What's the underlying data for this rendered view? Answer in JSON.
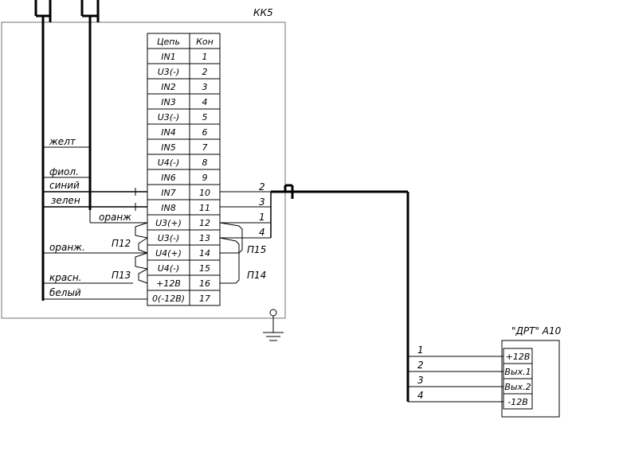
{
  "block_kk5": {
    "name": "КК5"
  },
  "terminal_table": {
    "headers": [
      "Цепь",
      "Кон"
    ],
    "rows": [
      [
        "IN1",
        "1"
      ],
      [
        "U3(-)",
        "2"
      ],
      [
        "IN2",
        "3"
      ],
      [
        "IN3",
        "4"
      ],
      [
        "U3(-)",
        "5"
      ],
      [
        "IN4",
        "6"
      ],
      [
        "IN5",
        "7"
      ],
      [
        "U4(-)",
        "8"
      ],
      [
        "IN6",
        "9"
      ],
      [
        "IN7",
        "10"
      ],
      [
        "IN8",
        "11"
      ],
      [
        "U3(+)",
        "12"
      ],
      [
        "U3(-)",
        "13"
      ],
      [
        "U4(+)",
        "14"
      ],
      [
        "U4(-)",
        "15"
      ],
      [
        "+12В",
        "16"
      ],
      [
        "0(-12В)",
        "17"
      ]
    ]
  },
  "wire_labels": [
    "желт",
    "фиол.",
    "синий",
    "зелен",
    "оранж",
    "оранж.",
    "красн.",
    "белый"
  ],
  "jumpers": [
    "П12",
    "П13",
    "П15",
    "П14"
  ],
  "kk5_pin_numbers": [
    "2",
    "3",
    "1",
    "4"
  ],
  "device_a10": {
    "name": "\"ДРТ\"  А10",
    "pins": [
      "+12В",
      "Вых.1",
      "Вых.2",
      "-12В"
    ]
  },
  "cable_wire_numbers": [
    "1",
    "2",
    "3",
    "4"
  ]
}
